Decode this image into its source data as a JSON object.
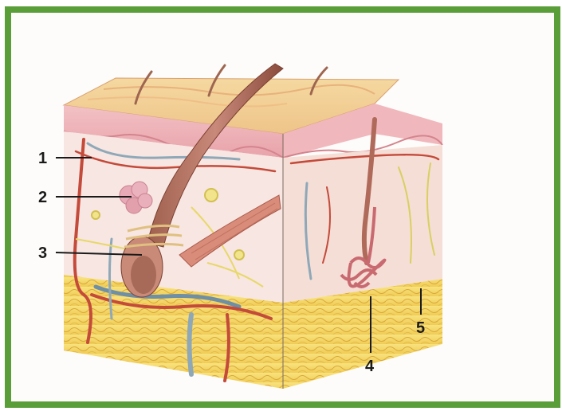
{
  "figure": {
    "frame_color": "#5a9e3a",
    "labels": [
      {
        "id": "1",
        "text": "1"
      },
      {
        "id": "2",
        "text": "2"
      },
      {
        "id": "3",
        "text": "3"
      },
      {
        "id": "4",
        "text": "4"
      },
      {
        "id": "5",
        "text": "5"
      }
    ]
  }
}
